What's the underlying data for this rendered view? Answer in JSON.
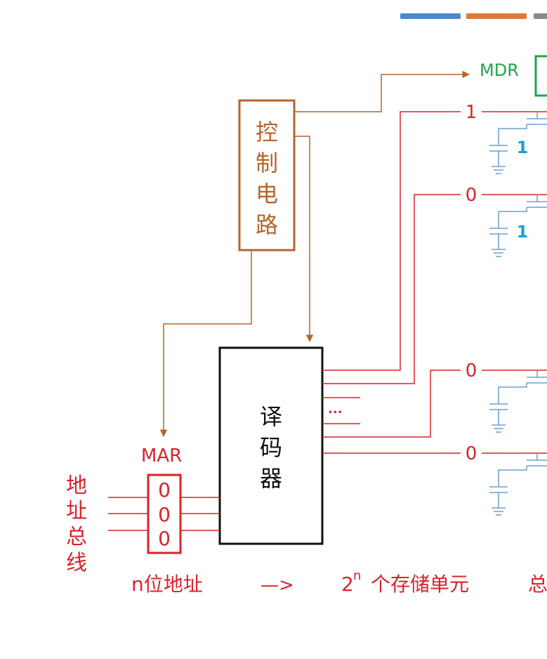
{
  "colors": {
    "red": "#d9232a",
    "brown": "#b5652c",
    "green": "#1fa64a",
    "blue": "#1a9fdc",
    "circuit": "#6e9fd1",
    "black": "#111111",
    "tab_blue": "#4e88c7",
    "tab_orange": "#dd7a3a",
    "tab_gray": "#8a8a8a"
  },
  "control": {
    "chars": [
      "控",
      "制",
      "电",
      "路"
    ]
  },
  "decoder": {
    "chars": [
      "译",
      "码",
      "器"
    ],
    "ellipsis": "..."
  },
  "mar": {
    "label": "MAR",
    "bits": [
      "0",
      "0",
      "0"
    ]
  },
  "mdr": {
    "label": "MDR"
  },
  "address_bus": {
    "chars": [
      "地",
      "址",
      "总",
      "线"
    ]
  },
  "word_lines": [
    {
      "value": "1",
      "cell_bit": "1"
    },
    {
      "value": "0",
      "cell_bit": "1"
    },
    {
      "value": "0",
      "cell_bit": ""
    },
    {
      "value": "0",
      "cell_bit": ""
    }
  ],
  "caption": {
    "n_bits": "n位地址",
    "arrow": "—>",
    "base": "2",
    "exponent": "n",
    "units": "个存储单元",
    "total": "总"
  },
  "header_tabs": [
    "blue",
    "orange",
    "gray"
  ]
}
